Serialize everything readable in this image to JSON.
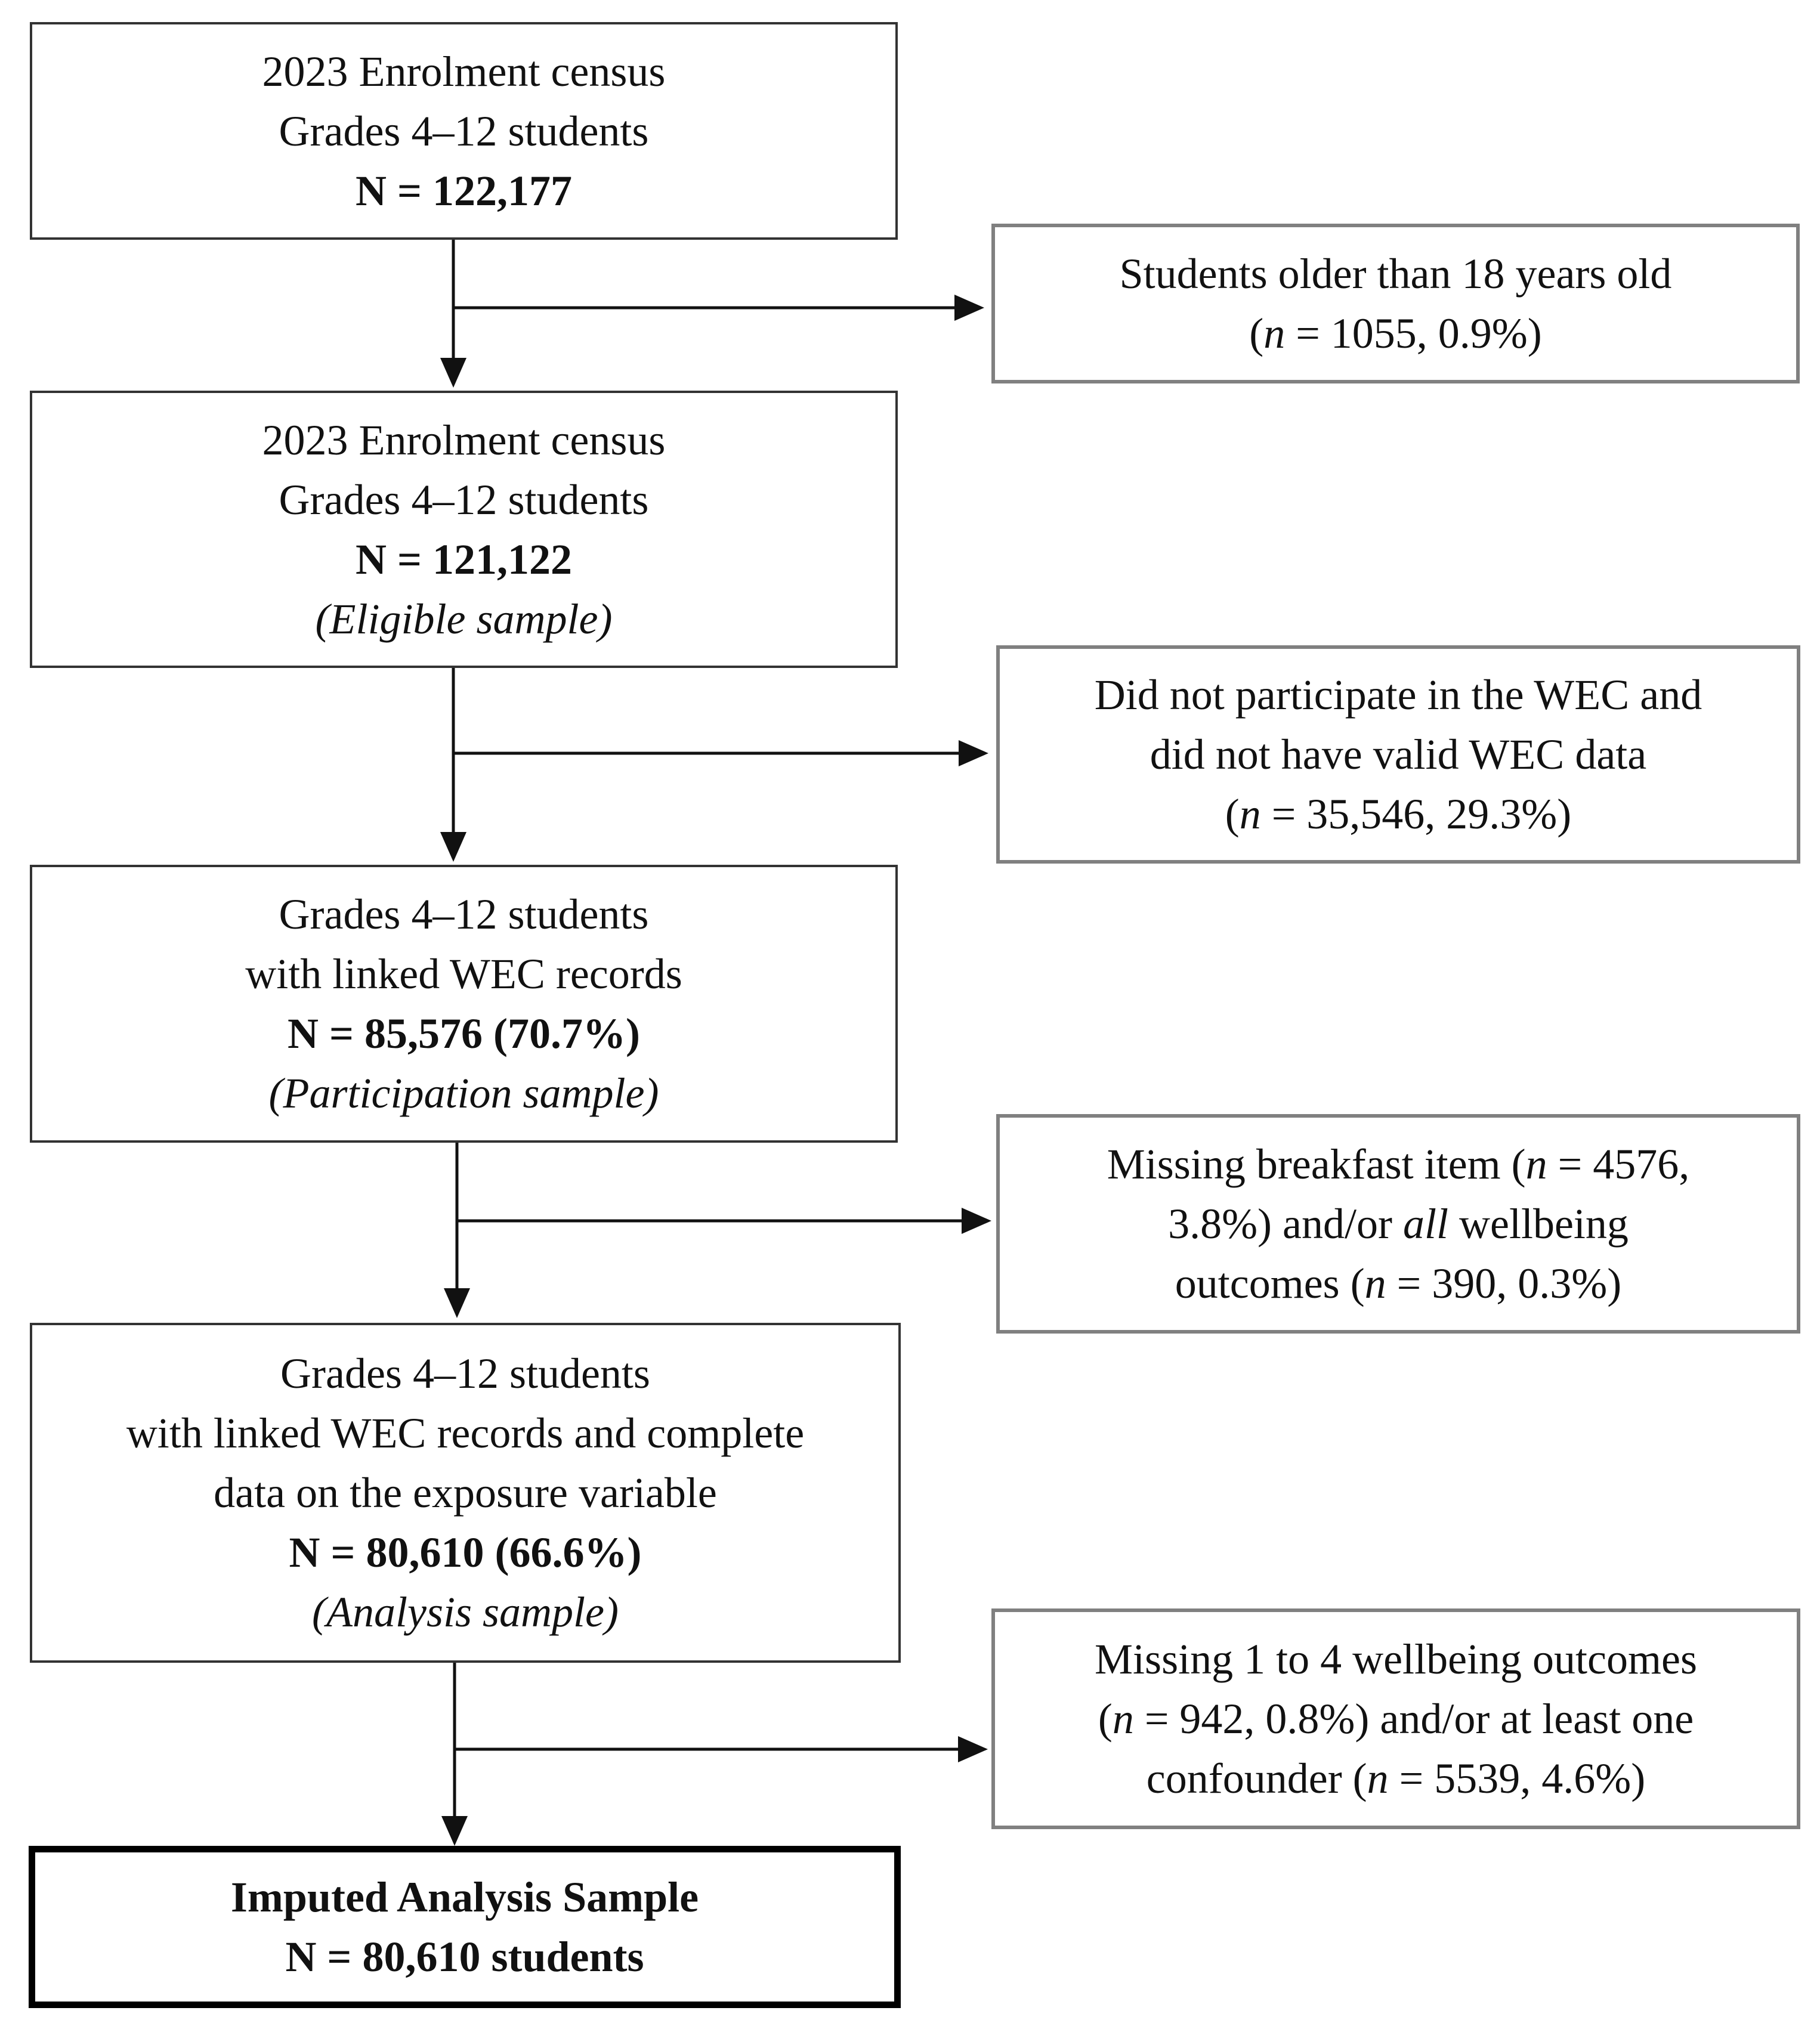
{
  "main_boxes": [
    {
      "line1": "2023 Enrolment census",
      "line2": "Grades 4–12 students",
      "n_label": "N = 122,177"
    },
    {
      "line1": "2023 Enrolment census",
      "line2": "Grades 4–12 students",
      "n_label": "N = 121,122",
      "sample_label": "(Eligible sample)"
    },
    {
      "line1": "Grades 4–12 students",
      "line2": "with linked WEC records",
      "n_label": "N = 85,576 (70.7%)",
      "sample_label": "(Participation sample)"
    },
    {
      "line1": "Grades 4–12 students",
      "line2": "with linked WEC records and complete",
      "line3": "data on the exposure variable",
      "n_label": "N = 80,610 (66.6%)",
      "sample_label": "(Analysis sample)"
    },
    {
      "line1": "Imputed Analysis Sample",
      "n_label": "N = 80,610 students"
    }
  ],
  "exclusion_boxes": [
    {
      "line1": "Students older than 18 years old",
      "line2_open": "(",
      "line2_n": "n",
      "line2_rest": " = 1055, 0.9%)"
    },
    {
      "line1": "Did not participate in the WEC and",
      "line2": "did not have valid WEC data",
      "line3_open": "(",
      "line3_n": "n",
      "line3_rest": " = 35,546, 29.3%)"
    },
    {
      "line1_a": "Missing breakfast item (",
      "line1_n": "n",
      "line1_b": " = 4576,",
      "line2_a": "3.8%) and/or ",
      "line2_all": "all",
      "line2_b": " wellbeing",
      "line3_a": "outcomes (",
      "line3_n": "n",
      "line3_b": " = 390, 0.3%)"
    },
    {
      "line1": "Missing 1 to 4 wellbeing outcomes",
      "line2_open": "(",
      "line2_n": "n",
      "line2_b": " = 942, 0.8%) and/or at least one",
      "line3_a": "confounder (",
      "line3_n": "n",
      "line3_b": " = 5539, 4.6%)"
    }
  ],
  "colors": {
    "main_border": "#333333",
    "side_border": "#808080",
    "final_border": "#000000",
    "arrow": "#111111"
  }
}
